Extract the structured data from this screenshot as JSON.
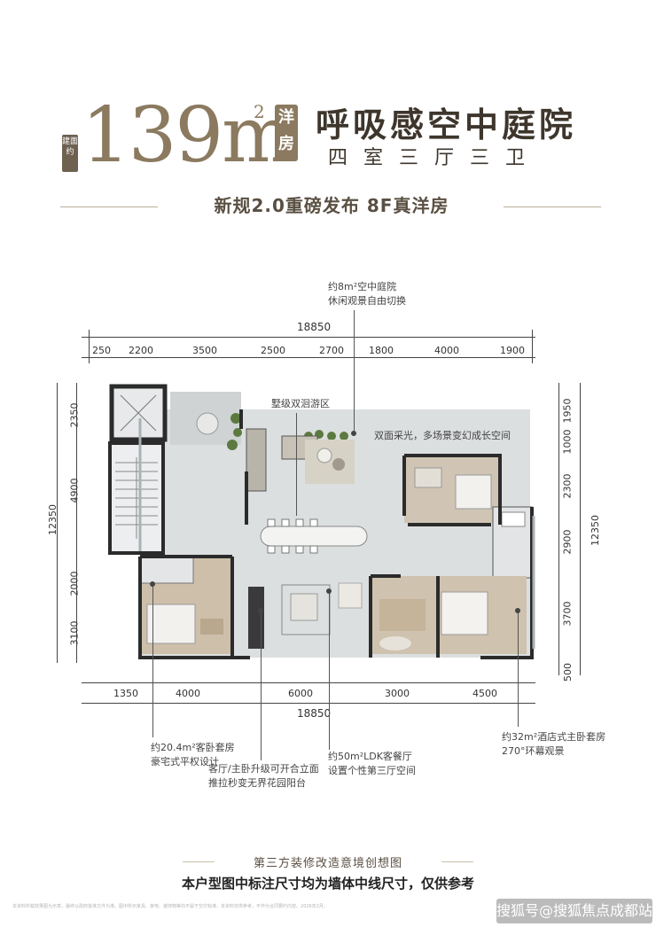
{
  "header": {
    "side_tag": "建面约",
    "area_number": "139m",
    "area_superscript": "2",
    "badge": "洋房",
    "title": "呼吸感空中庭院",
    "subtitle": "四室三厅三卫",
    "tagline": "新规2.0重磅发布  8F真洋房"
  },
  "dimensions": {
    "top_total": "18850",
    "top_segments": [
      "250",
      "2200",
      "3500",
      "2500",
      "2700",
      "1800",
      "4000",
      "1900"
    ],
    "bottom_total": "18850",
    "bottom_segments": [
      "1350",
      "4000",
      "6000",
      "3000",
      "4500"
    ],
    "left_total": "12350",
    "left_segments": [
      "2350",
      "4900",
      "2000",
      "3100"
    ],
    "right_total": "12350",
    "right_segments": [
      "1950",
      "1000",
      "2300",
      "2900",
      "3700",
      "500"
    ]
  },
  "callouts": {
    "courtyard_l1": "约8m²空中庭院",
    "courtyard_l2": "休闲观景自由切换",
    "double_tour": "墅级双洄游区",
    "lighting": "双面采光，多场景变幻成长空间",
    "guest_l1": "约20.4m²客卧套房",
    "guest_l2": "豪宅式平权设计",
    "living_l1": "客厅/主卧升级可开合立面",
    "living_l2": "推拉秒变无界花园阳台",
    "ldk_l1": "约50m²LDK客餐厅",
    "ldk_l2": "设置个性第三厅空间",
    "master_l1": "约32m²酒店式主卧套房",
    "master_l2": "270°环幕观景"
  },
  "footer": {
    "caption": "第三方装修改造意境创想图",
    "note": "本户型图中标注尺寸均为墙体中线尺寸，仅供参考",
    "disclaimer": "本资料所载效果图为示意，最终以政府批准文件为准。图中所示家具、家电、装饰物等均不属于交付标准，本资料仅供参考，不作为合同要约内容。2026年2月。",
    "watermark": "搜狐号@搜狐焦点成都站"
  },
  "colors": {
    "gold": "#8b7a5f",
    "dark": "#3e362c",
    "wall": "#2b2b2b",
    "floor_main": "#d9dcdd",
    "floor_wood": "#c9bca8"
  }
}
